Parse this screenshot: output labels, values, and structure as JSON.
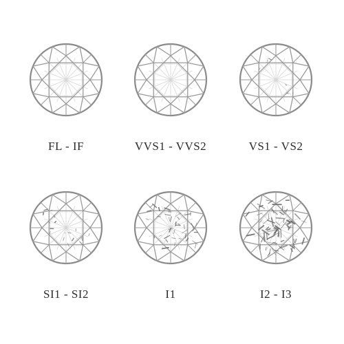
{
  "grades": [
    {
      "label": "FL - IF",
      "inclusion_level": 0
    },
    {
      "label": "VVS1 - VVS2",
      "inclusion_level": 0
    },
    {
      "label": "VS1 - VS2",
      "inclusion_level": 1
    },
    {
      "label": "SI1 - SI2",
      "inclusion_level": 2
    },
    {
      "label": "I1",
      "inclusion_level": 3
    },
    {
      "label": "I2 - I3",
      "inclusion_level": 4
    }
  ],
  "colors": {
    "outline": "#8a8a8a",
    "facet": "#9a9a9a",
    "table_lines": "#d6d6d6",
    "inclusion": "#6b6b6b",
    "label": "#2b2b2b"
  }
}
